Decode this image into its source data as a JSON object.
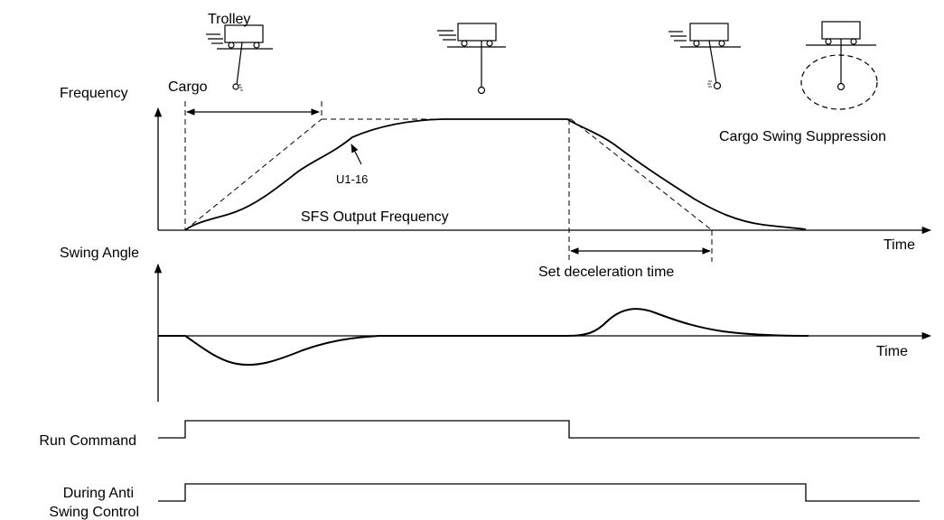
{
  "labels": {
    "trolley": "Trolley",
    "cargo": "Cargo",
    "frequency": "Frequency",
    "u1_16": "U1-16",
    "sfs_output": "SFS Output Frequency",
    "cargo_swing": "Cargo Swing Suppression",
    "time_1": "Time",
    "time_2": "Time",
    "swing_angle": "Swing Angle",
    "set_decel": "Set deceleration time",
    "run_command": "Run Command",
    "anti_swing_1": "During Anti",
    "anti_swing_2": "Swing Control"
  },
  "colors": {
    "line": "#000000",
    "background": "#ffffff"
  }
}
